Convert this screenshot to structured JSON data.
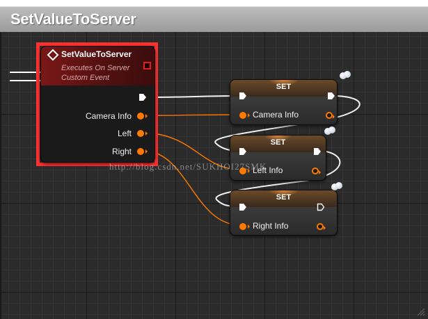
{
  "graph": {
    "title": "SetValueToServer"
  },
  "event_node": {
    "title": "SetValueToServer",
    "subtitle_1": "Executes On Server",
    "subtitle_2": "Custom Event",
    "outputs": [
      "Camera Info",
      "Left",
      "Right"
    ]
  },
  "set_nodes": [
    {
      "title": "SET",
      "input_label": "Camera Info"
    },
    {
      "title": "SET",
      "input_label": "Left Info"
    },
    {
      "title": "SET",
      "input_label": "Right Info"
    }
  ],
  "watermark": "http://blog.csdn.net/SUKHOI27SMK",
  "colors": {
    "selection": "#ff3030",
    "event_header": "#7a1717",
    "data_pin": "#ff7a00",
    "exec_wire": "#ffffff"
  },
  "icons": [
    "event-diamond-icon",
    "network-replication-icon",
    "resize-grip-icon"
  ]
}
